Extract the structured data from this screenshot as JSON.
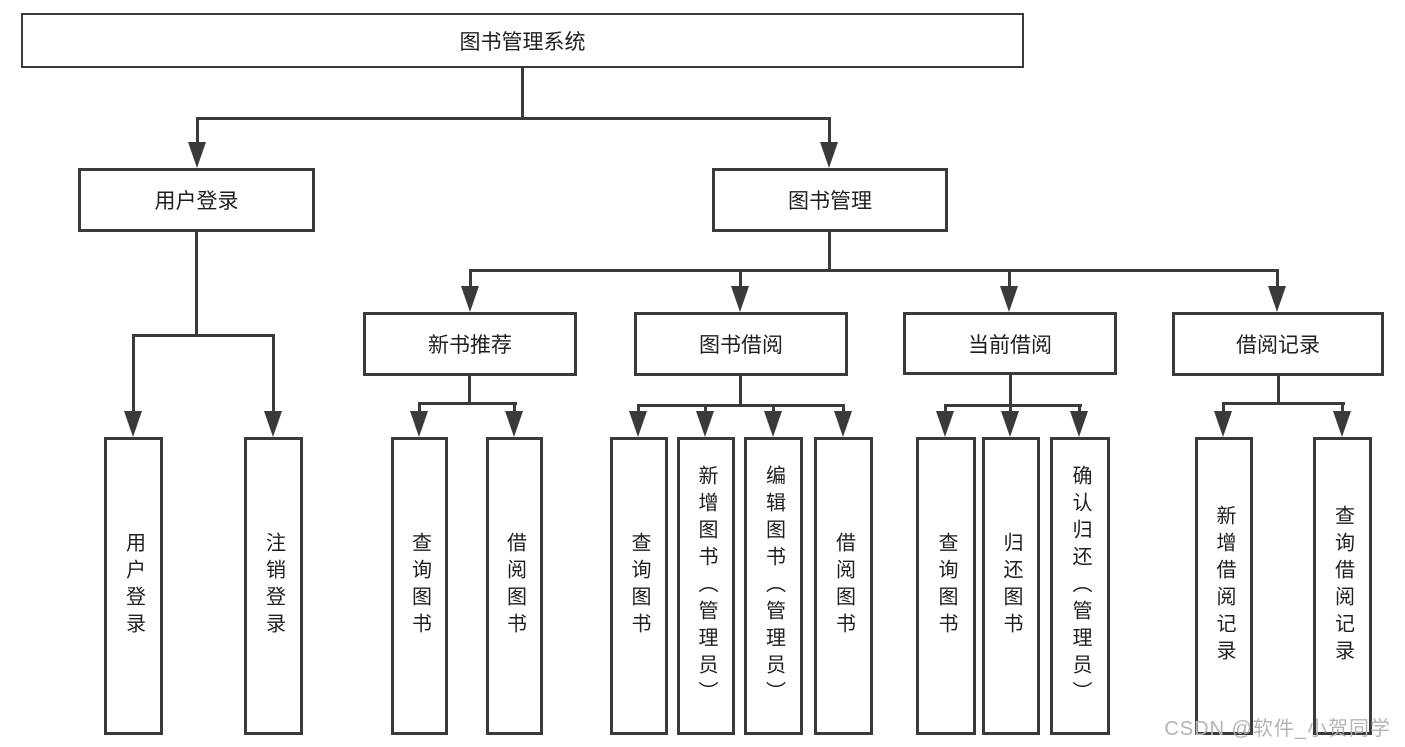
{
  "diagram": {
    "root": "图书管理系统",
    "level1": {
      "user_login": "用户登录",
      "book_management": "图书管理"
    },
    "level2": {
      "new_book_recommend": "新书推荐",
      "book_borrow": "图书借阅",
      "current_borrow": "当前借阅",
      "borrow_records": "借阅记录"
    },
    "leaves": {
      "user_login": [
        "用户登录",
        "注销登录"
      ],
      "new_book": [
        "查询图书",
        "借阅图书"
      ],
      "borrow": [
        "查询图书",
        "新增图书（管理员）",
        "编辑图书（管理员）",
        "借阅图书"
      ],
      "current": [
        "查询图书",
        "归还图书",
        "确认归还（管理员）"
      ],
      "records": [
        "新增借阅记录",
        "查询借阅记录"
      ]
    }
  },
  "watermark": "CSDN @软件_小贺同学",
  "colors": {
    "line": "#3a3a3a",
    "text": "#1f1f1f",
    "watermark": "#b4b4b4",
    "background": "#ffffff"
  }
}
